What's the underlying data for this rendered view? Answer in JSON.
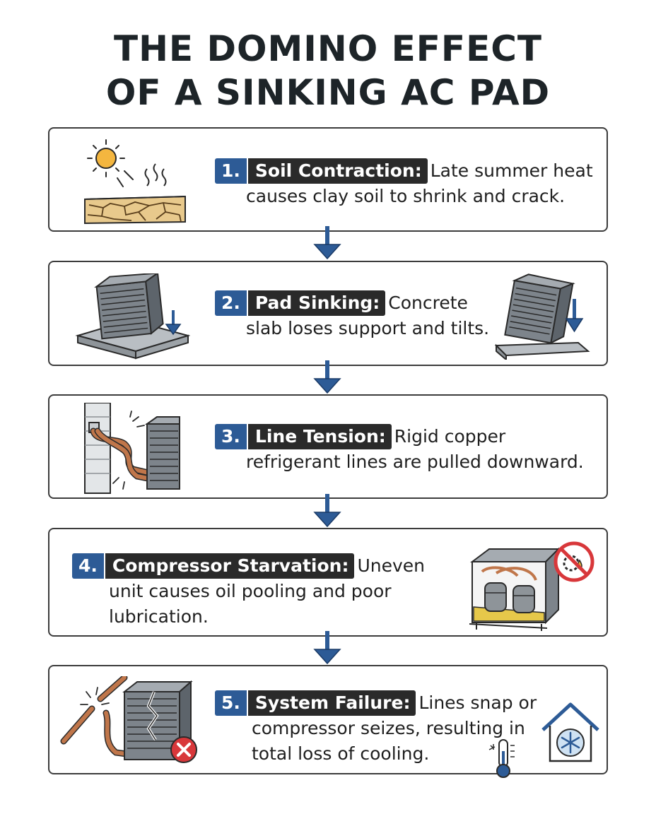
{
  "title": {
    "line1": "THE DOMINO EFFECT",
    "line2": "OF A SINKING AC PAD"
  },
  "steps": [
    {
      "number": "1.",
      "heading": "Soil Contraction:",
      "line1": "Late summer heat",
      "line2": "causes clay soil to shrink and crack.",
      "line3": "",
      "icons": [
        "sun-icon",
        "heat-waves-icon",
        "cracked-soil-icon"
      ]
    },
    {
      "number": "2.",
      "heading": "Pad Sinking:",
      "line1": "Concrete",
      "line2": "slab loses support and tilts.",
      "line3": "",
      "icons": [
        "ac-unit-on-pad-icon",
        "down-arrow-icon",
        "tilted-ac-unit-icon"
      ]
    },
    {
      "number": "3.",
      "heading": "Line Tension:",
      "line1": "Rigid copper",
      "line2": "refrigerant lines are pulled downward.",
      "line3": "",
      "icons": [
        "house-wall-icon",
        "copper-lines-icon",
        "ac-unit-icon"
      ]
    },
    {
      "number": "4.",
      "heading": "Compressor Starvation:",
      "line1": "Uneven",
      "line2": "unit causes oil pooling and poor",
      "line3": "lubrication.",
      "icons": [
        "compressor-cutaway-icon",
        "no-lubrication-icon"
      ]
    },
    {
      "number": "5.",
      "heading": "System Failure:",
      "line1": "Lines snap or",
      "line2": "compressor seizes, resulting in",
      "line3": "total loss of cooling.",
      "icons": [
        "broken-line-icon",
        "cracked-ac-unit-icon",
        "error-x-icon",
        "thermometer-icon",
        "house-snowflake-icon"
      ]
    }
  ],
  "colors": {
    "number_badge": "#2d5b96",
    "heading_badge": "#2a2a2a",
    "arrow": "#2d5b96",
    "card_border": "#3c3c3c",
    "sun": "#f4b63f",
    "soil": "#e8c98c",
    "copper": "#c0764a",
    "error": "#d8373a"
  }
}
